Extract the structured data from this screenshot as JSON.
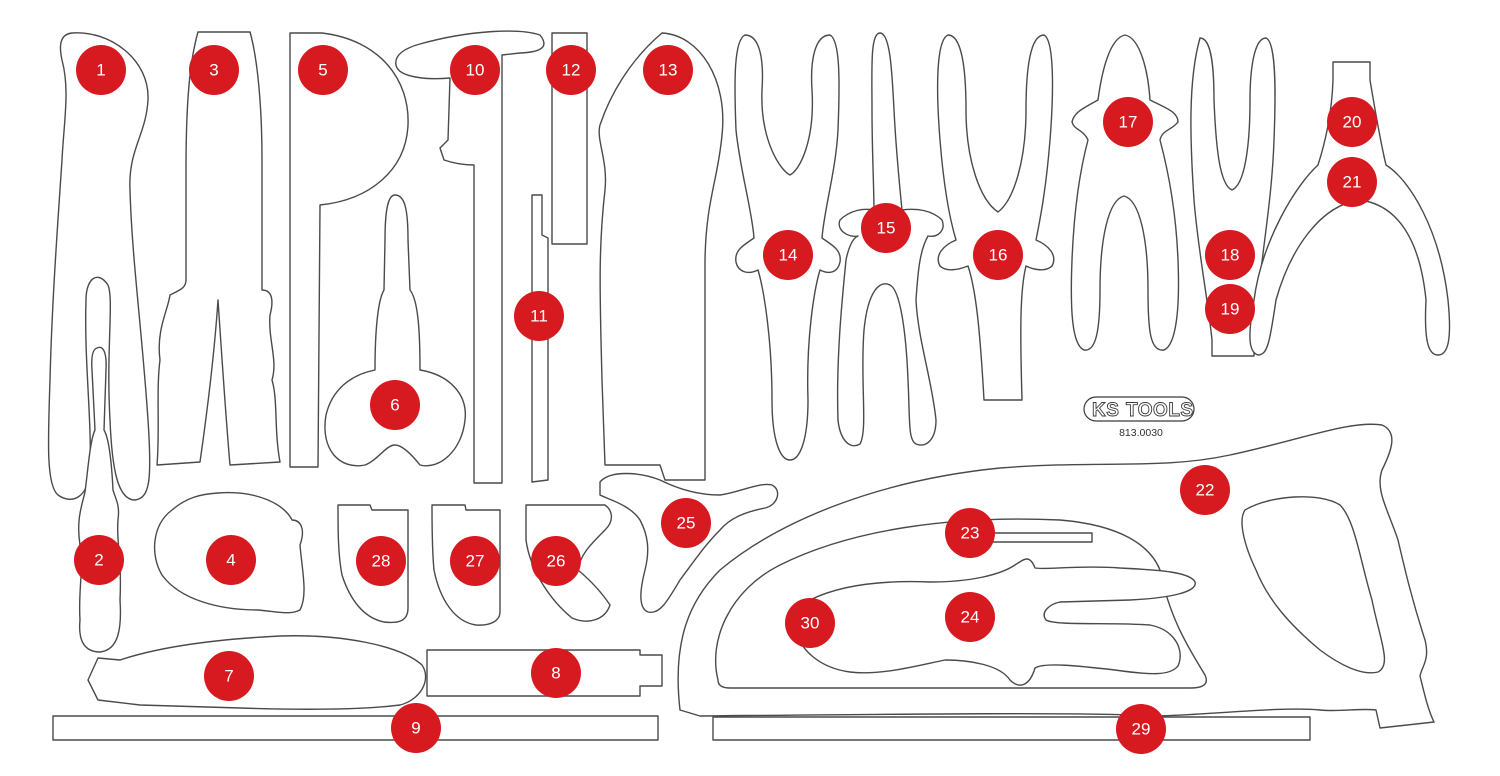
{
  "brand": {
    "logo_ks": "KS",
    "logo_tools": "TOOLS",
    "article_number": "813.0030"
  },
  "colors": {
    "badge": "#d71920",
    "outline": "#4a4a4a"
  },
  "badges": [
    "1",
    "2",
    "3",
    "4",
    "5",
    "6",
    "7",
    "8",
    "9",
    "10",
    "11",
    "12",
    "13",
    "14",
    "15",
    "16",
    "17",
    "18",
    "19",
    "20",
    "21",
    "22",
    "23",
    "24",
    "25",
    "26",
    "27",
    "28",
    "29",
    "30"
  ]
}
